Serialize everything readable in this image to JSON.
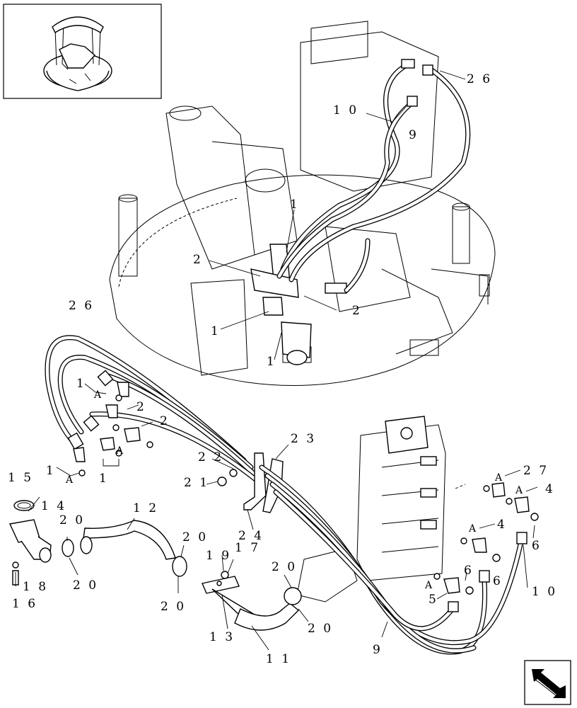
{
  "labels": {
    "hose_26_top": "2 6",
    "hose_10_top": "1 0",
    "hose_9_top": "9",
    "top_1a": "1",
    "top_2a": "2",
    "top_2b": "2",
    "top_1b": "1",
    "top_1c": "1",
    "hose_26_left": "2 6",
    "left_1a": "1",
    "left_A1": "A",
    "left_2a": "2",
    "left_2b": "2",
    "left_A2": "A",
    "left_1b": "1",
    "left_1c": "1",
    "left_A3": "A",
    "p23": "2 3",
    "p22": "2 2",
    "p21": "2 1",
    "p24": "2 4",
    "p15": "1 5",
    "p14": "1 4",
    "p12": "1 2",
    "p20a": "2 0",
    "p20b": "2 0",
    "p20c": "2 0",
    "p20d": "2 0",
    "p20e": "2 0",
    "p20f": "2 0",
    "p19": "1 9",
    "p17": "1 7",
    "p18": "1 8",
    "p16": "1 6",
    "p13": "1 3",
    "p11": "1 1",
    "p9b": "9",
    "p27": "2 7",
    "pA27": "A",
    "p4a": "4",
    "pA4a": "A",
    "p4b": "4",
    "pA4b": "A",
    "p6a": "6",
    "p6b": "6",
    "p6c": "6",
    "pA5": "A",
    "p5": "5",
    "p10b": "1 0"
  }
}
